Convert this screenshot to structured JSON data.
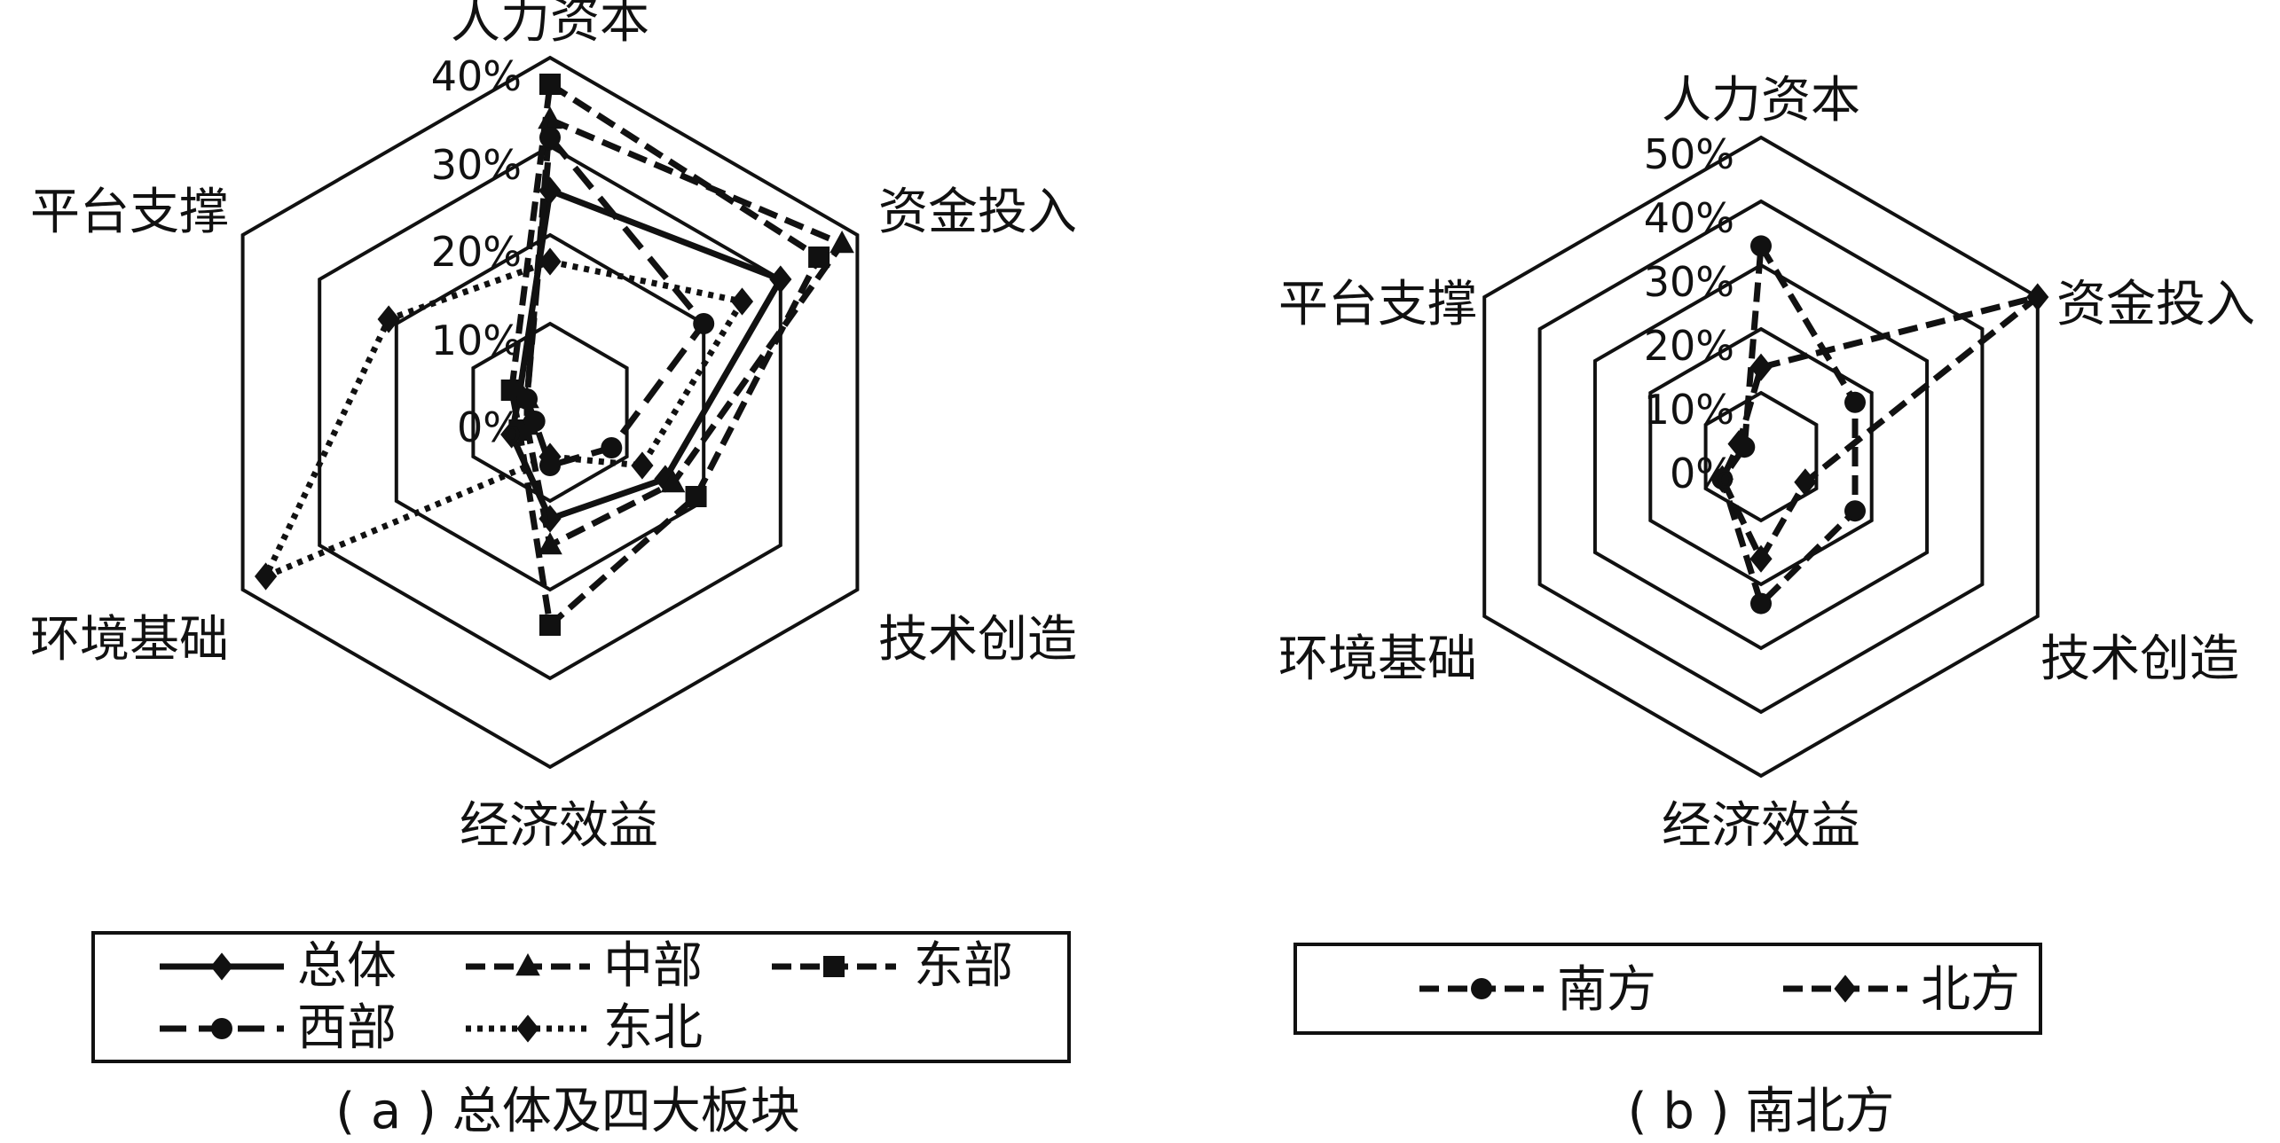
{
  "chart_data": [
    {
      "type": "radar",
      "caption": "( a ) 总体及四大板块",
      "axes": [
        "人力资本",
        "资金投入",
        "技术创造",
        "经济效益",
        "环境基础",
        "平台支撑"
      ],
      "ticks": [
        "0%",
        "10%",
        "20%",
        "30%",
        "40%"
      ],
      "ylim": [
        0,
        40
      ],
      "legend": [
        "总体",
        "中部",
        "东部",
        "西部",
        "东北"
      ],
      "series": [
        {
          "name": "总体",
          "marker": "diamond",
          "dash": "solid",
          "values": [
            25,
            30,
            15,
            12,
            5,
            4
          ]
        },
        {
          "name": "中部",
          "marker": "triangle",
          "dash": "dashed",
          "values": [
            33,
            38,
            16,
            15,
            3,
            3
          ]
        },
        {
          "name": "东部",
          "marker": "square",
          "dash": "dashed",
          "values": [
            37,
            35,
            19,
            24,
            4,
            5
          ]
        },
        {
          "name": "西部",
          "marker": "circle",
          "dash": "long-dash",
          "values": [
            31,
            20,
            8,
            6,
            2,
            3
          ]
        },
        {
          "name": "东北",
          "marker": "diamond",
          "dash": "dotted",
          "values": [
            17,
            25,
            12,
            5,
            37,
            21
          ]
        }
      ]
    },
    {
      "type": "radar",
      "caption": "( b ) 南北方",
      "axes": [
        "人力资本",
        "资金投入",
        "技术创造",
        "经济效益",
        "环境基础",
        "平台支撑"
      ],
      "ticks": [
        "0%",
        "10%",
        "20%",
        "30%",
        "40%",
        "50%"
      ],
      "ylim": [
        0,
        50
      ],
      "legend": [
        "南方",
        "北方"
      ],
      "series": [
        {
          "name": "南方",
          "marker": "circle",
          "dash": "dashed",
          "values": [
            33,
            17,
            17,
            23,
            7,
            3
          ]
        },
        {
          "name": "北方",
          "marker": "diamond",
          "dash": "dashed",
          "values": [
            14,
            50,
            8,
            16,
            7,
            4
          ]
        }
      ]
    }
  ]
}
